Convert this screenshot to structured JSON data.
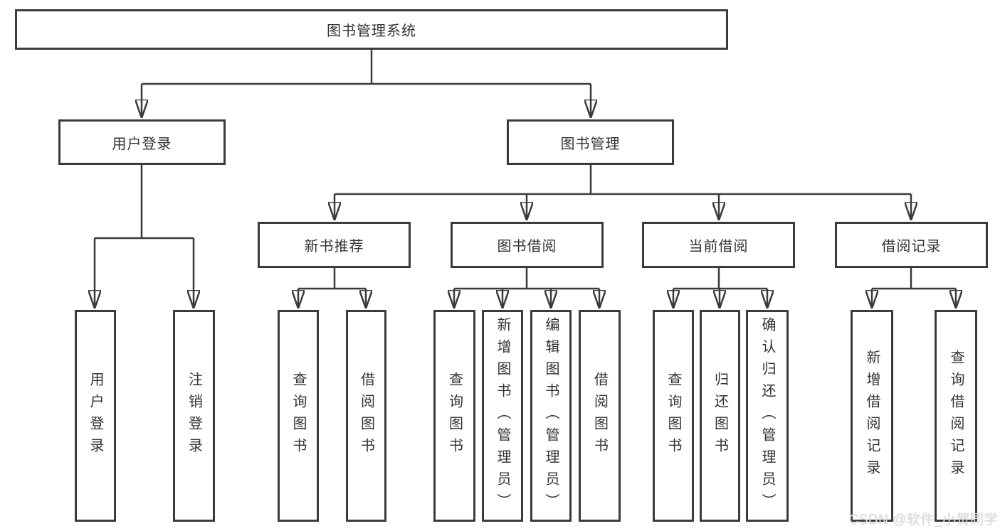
{
  "diagram_title": "图书管理系统",
  "nodes": {
    "root": "图书管理系统",
    "user_login": "用户登录",
    "book_mgmt": "图书管理",
    "new_book_rec": "新书推荐",
    "book_borrow": "图书借阅",
    "current_borrow": "当前借阅",
    "borrow_records": "借阅记录",
    "leaf_user_login": "用户登录",
    "leaf_logout": "注销登录",
    "leaf_nb_query": "查询图书",
    "leaf_nb_borrow": "借阅图书",
    "leaf_bb_query": "查询图书",
    "leaf_bb_add": "新增图书（管理员）",
    "leaf_bb_edit": "编辑图书（管理员）",
    "leaf_bb_borrow": "借阅图书",
    "leaf_cb_query": "查询图书",
    "leaf_cb_return": "归还图书",
    "leaf_cb_confirm": "确认归还（管理员）",
    "leaf_br_add": "新增借阅记录",
    "leaf_br_query": "查询借阅记录"
  },
  "watermark": "CSDN @软件_小贺同学",
  "colors": {
    "line": "#3a3a3a",
    "border": "#3b3b3b",
    "text": "#333333",
    "background": "#ffffff",
    "watermark": "#dedede"
  }
}
